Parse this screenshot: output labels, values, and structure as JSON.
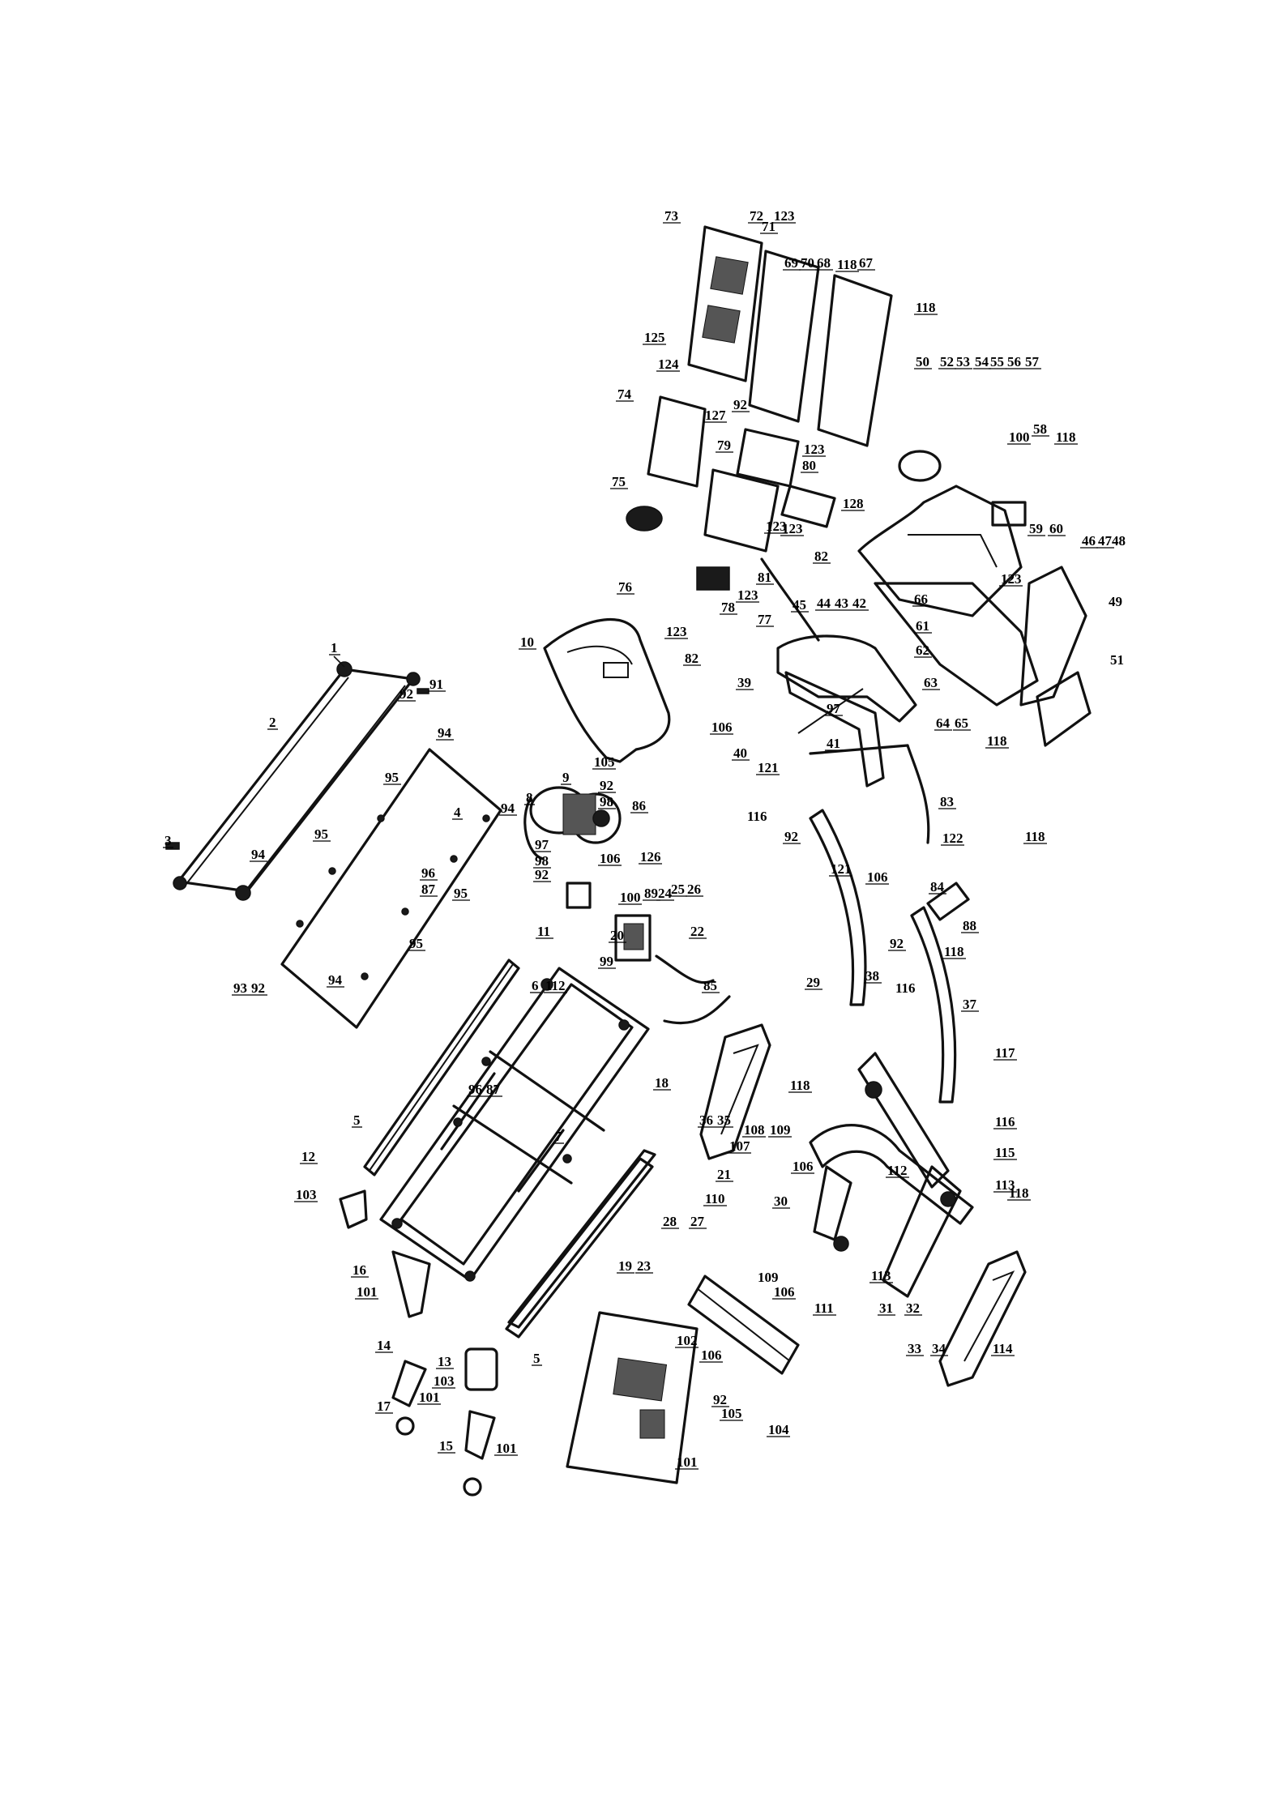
{
  "diagram": {
    "callouts": [
      "1",
      "2",
      "3",
      "4",
      "5",
      "6",
      "7",
      "8",
      "9",
      "10",
      "11",
      "12",
      "13",
      "14",
      "15",
      "16",
      "17",
      "18",
      "19",
      "20",
      "21",
      "22",
      "23",
      "24",
      "25",
      "26",
      "27",
      "28",
      "29",
      "30",
      "31",
      "32",
      "33",
      "34",
      "35",
      "36",
      "37",
      "38",
      "39",
      "40",
      "41",
      "42",
      "43",
      "44",
      "45",
      "46",
      "47",
      "48",
      "49",
      "50",
      "51",
      "52",
      "53",
      "54",
      "55",
      "56",
      "57",
      "58",
      "59",
      "60",
      "61",
      "62",
      "63",
      "64",
      "65",
      "66",
      "67",
      "68",
      "69",
      "70",
      "71",
      "72",
      "73",
      "74",
      "75",
      "76",
      "77",
      "78",
      "79",
      "80",
      "81",
      "82",
      "83",
      "84",
      "85",
      "86",
      "87",
      "88",
      "89",
      "91",
      "92",
      "93",
      "94",
      "95",
      "96",
      "97",
      "98",
      "99",
      "100",
      "101",
      "102",
      "103",
      "104",
      "105",
      "106",
      "107",
      "108",
      "109",
      "110",
      "111",
      "112",
      "113",
      "114",
      "115",
      "116",
      "117",
      "118",
      "121",
      "122",
      "123",
      "124",
      "125",
      "126",
      "127",
      "128"
    ]
  }
}
